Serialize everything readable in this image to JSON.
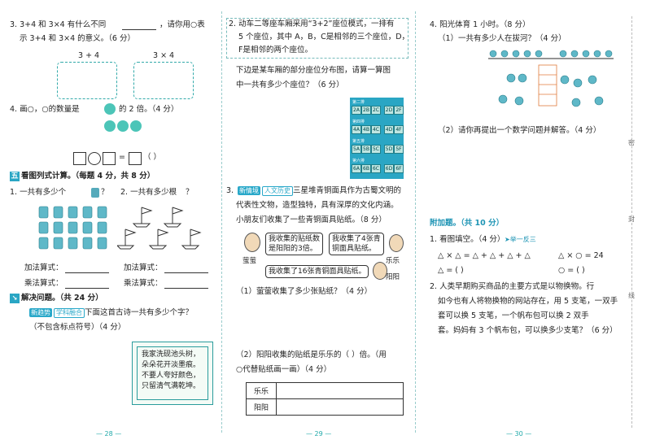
{
  "page1": {
    "q3_line1": "3. 3+4 和 3×4 有什么不同",
    "q3_line1b": "，请你用○表",
    "q3_line2": "示 3+4 和 3×4 的意义。（6 分）",
    "label_add": "3 + 4",
    "label_mul": "3 × 4",
    "q4": "4. 画○，○的数量是",
    "q4_tail": "的 2 倍。（4 分）",
    "eq_sign": "=",
    "paren": "（      ）",
    "sec5_num": "五",
    "sec5_title": "看图列式计算。（每题 4 分，共 8 分）",
    "q1": "1. 一共有多少个",
    "q1_tail": "？",
    "q2": "2. 一共有多少根",
    "q2_tail": "？",
    "add_label": "加法算式：",
    "mul_label": "乘法算式：",
    "sec6_title": "解决问题。（共 24 分）",
    "tag_new": "新趋势",
    "tag_sub": "学科融合",
    "q6_1_line1": "下面这首古诗一共有多少个字？",
    "q6_1_line2": "（不包含标点符号）（4 分）",
    "poem": [
      "我家洗砚池头树，",
      "朵朵花开淡墨痕。",
      "不要人夸好颜色，",
      "只留清气满乾坤。"
    ],
    "page_no": "28"
  },
  "page2": {
    "q2_box": [
      "2. 动车二等座车厢采用“3+2”座位模式，一排有",
      "5 个座位，其中 A，B，C是相邻的三个座位，D，",
      "F是相邻的两个座位。"
    ],
    "q2_line1": "下边是某车厢的部分座位分布图，请算一算图",
    "q2_line2": "中一共有多少个座位？（6 分）",
    "rows": [
      "第二排",
      "第四排",
      "第五排",
      "第六排"
    ],
    "seats_left": [
      "2A",
      "2B",
      "2C",
      "4A",
      "4B",
      "4C",
      "5A",
      "5B",
      "5C",
      "6A",
      "6B",
      "6C"
    ],
    "seats_right": [
      "2D",
      "2F",
      "4D",
      "4F",
      "5D",
      "5F",
      "6D",
      "6F"
    ],
    "q3_num": "3.",
    "tag_ctx": "新情境",
    "tag_hist": "人文历史",
    "q3_line1": "三星堆青铜面具作为古蜀文明的",
    "q3_line2": "代表性文物，造型独特，具有深厚的文化内涵。",
    "q3_line3": "小朋友们收集了一些青铜面具贴纸。（8 分）",
    "bubble1": [
      "我收集的贴纸数",
      "是阳阳的3倍。"
    ],
    "bubble2": [
      "我收集了4张青",
      "铜面具贴纸。"
    ],
    "bubble3": "我收集了16张青铜面具贴纸。",
    "name1": "萤萤",
    "name2": "乐乐",
    "name3": "阳阳",
    "q3_1": "（1）萤萤收集了多少张贴纸？（4 分）",
    "q3_2_line1": "（2）阳阳收集的贴纸是乐乐的（      ）倍。（用",
    "q3_2_line2": "○代替贴纸画一画）（4 分）",
    "table_rows": [
      "乐乐",
      "阳阳"
    ],
    "page_no": "29"
  },
  "page3": {
    "q4": "4. 阳光体育 1 小时。（8 分）",
    "q4_1": "（1）一共有多少人在拔河？（4 分）",
    "q4_2": "（2）请你再提出一个数学问题并解答。（4 分）",
    "bonus": "附加题。（共 10 分）",
    "b1": "1. 看图填空。（4 分）",
    "b1_link": "➤举一反三",
    "eq1": "△ × △ = △ + △ + △ + △",
    "eq1b": "△ × ○ = 24",
    "eq2": "△ = (       )",
    "eq2b": "○ = (       )",
    "b2": [
      "2. 人类早期购买商品的主要方式是以物换物。行",
      "如今也有人将物换物的网站存在，用 5 支笔，一双手",
      "套可以换 5 支笔，一个帆布包可以换 2 双手",
      "套。妈妈有 3 个帆布包，可以换多少支笔？（6 分）"
    ],
    "side_marks": [
      "密",
      "封",
      "线"
    ],
    "page_no": "30"
  }
}
